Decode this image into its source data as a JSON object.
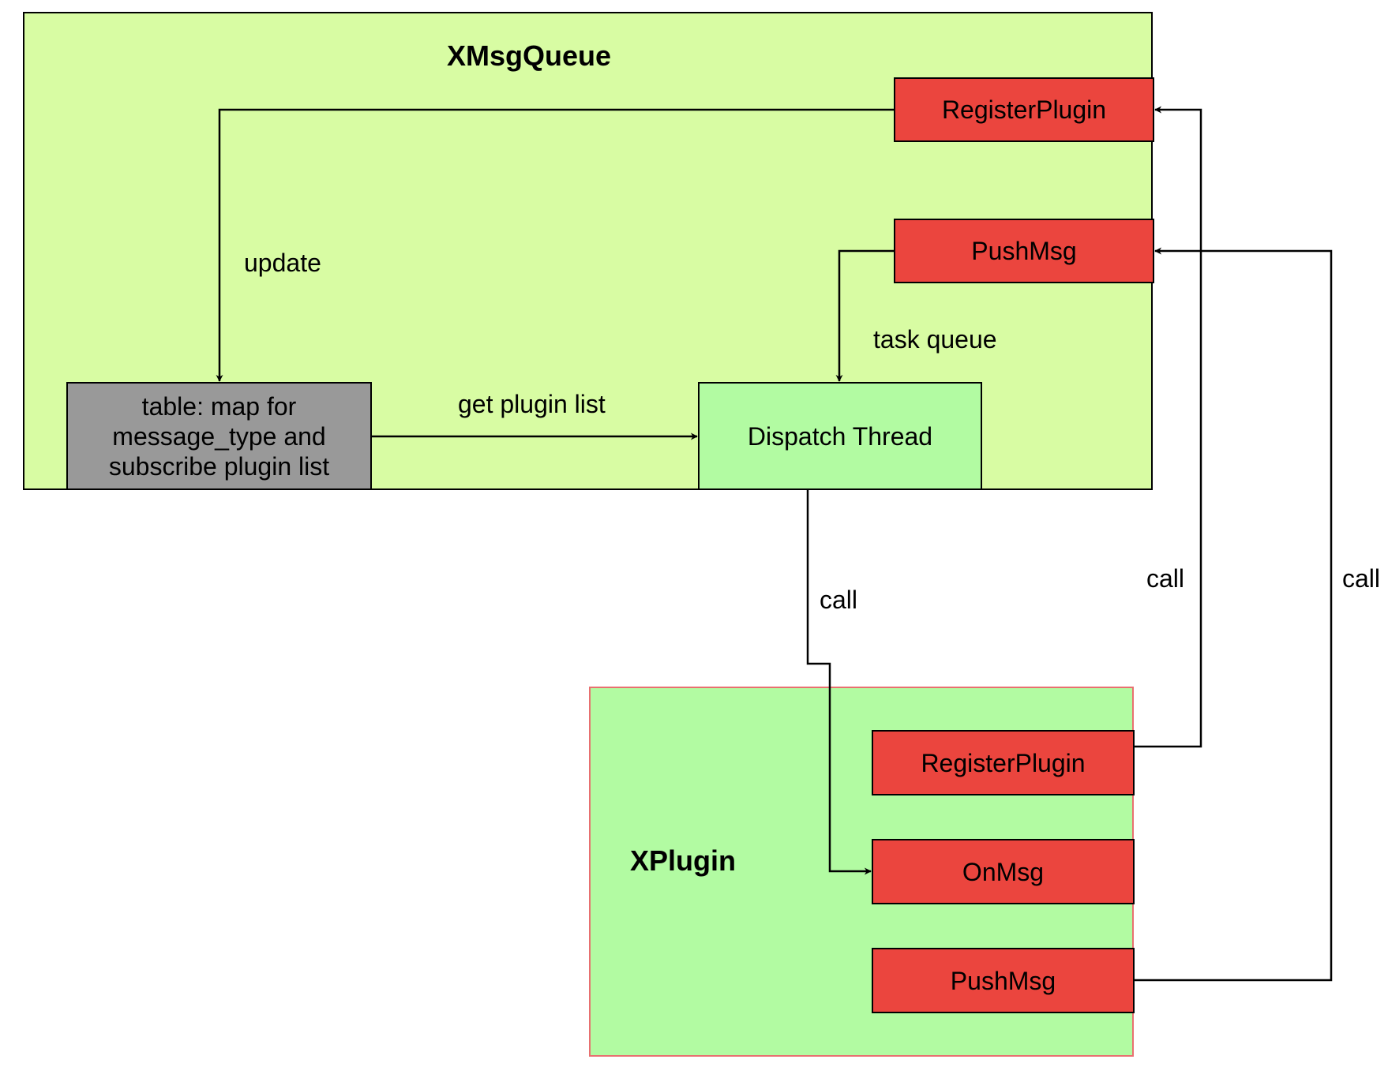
{
  "colors": {
    "queue_bg": "#d8fca3",
    "plugin_bg": "#b2fba2",
    "method_red": "#eb453e",
    "table_grey": "#999999",
    "dispatch_green": "#b2fba2",
    "plugin_border": "#e87070"
  },
  "xmsgqueue": {
    "title": "XMsgQueue",
    "register_plugin": "RegisterPlugin",
    "push_msg": "PushMsg",
    "table": "table:  map for\nmessage_type and\nsubscribe  plugin list",
    "dispatch_thread": "Dispatch Thread"
  },
  "xplugin": {
    "title": "XPlugin",
    "register_plugin": "RegisterPlugin",
    "on_msg": "OnMsg",
    "push_msg": "PushMsg"
  },
  "edge_labels": {
    "update": "update",
    "task_queue": "task queue",
    "get_plugin_list": "get plugin list",
    "call_dispatch": "call",
    "call_register": "call",
    "call_push": "call"
  }
}
